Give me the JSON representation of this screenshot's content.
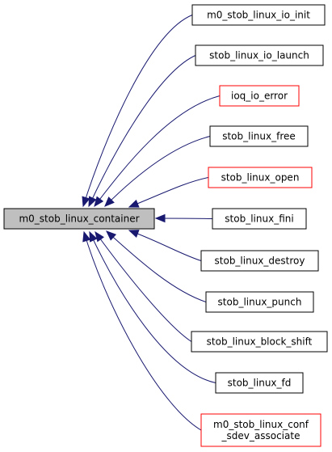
{
  "graph": {
    "root": {
      "label": "m0_stob_linux_container",
      "fill": "#bfbfbf",
      "border": "#000000"
    },
    "callers": [
      {
        "lines": [
          "m0_stob_linux_io_init"
        ],
        "border": "#000000"
      },
      {
        "lines": [
          "stob_linux_io_launch"
        ],
        "border": "#000000"
      },
      {
        "lines": [
          "ioq_io_error"
        ],
        "border": "#ff0000"
      },
      {
        "lines": [
          "stob_linux_free"
        ],
        "border": "#000000"
      },
      {
        "lines": [
          "stob_linux_open"
        ],
        "border": "#ff0000"
      },
      {
        "lines": [
          "stob_linux_fini"
        ],
        "border": "#000000"
      },
      {
        "lines": [
          "stob_linux_destroy"
        ],
        "border": "#000000"
      },
      {
        "lines": [
          "stob_linux_punch"
        ],
        "border": "#000000"
      },
      {
        "lines": [
          "stob_linux_block_shift"
        ],
        "border": "#000000"
      },
      {
        "lines": [
          "stob_linux_fd"
        ],
        "border": "#000000"
      },
      {
        "lines": [
          "m0_stob_linux_conf",
          "_sdev_associate"
        ],
        "border": "#ff0000"
      }
    ],
    "edge_color": "#191970"
  }
}
